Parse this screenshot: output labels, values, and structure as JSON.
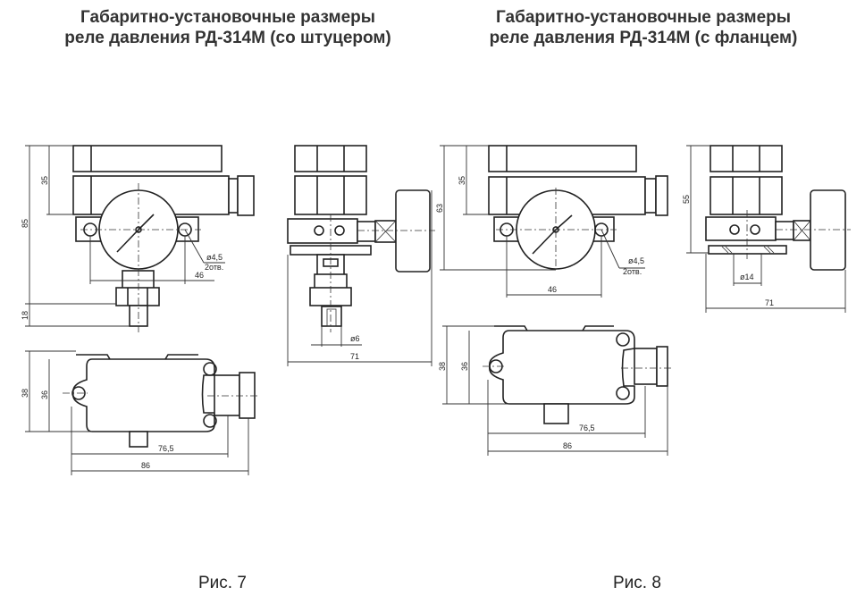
{
  "figure7": {
    "title_line1": "Габаритно-установочные размеры",
    "title_line2": "реле давления РД-314М (со штуцером)",
    "caption": "Рис. 7",
    "dims": {
      "height_total": "85",
      "height_box": "35",
      "fitting": "18",
      "holes_spacing": "46",
      "hole_dia": "ø4,5",
      "hole_count": "2отв.",
      "nozzle_dia": "ø6",
      "depth": "71",
      "width_38": "38",
      "width_36": "36",
      "len_76": "76,5",
      "len_86": "86"
    }
  },
  "figure8": {
    "title_line1": "Габаритно-установочные размеры",
    "title_line2": "реле давления РД-314М (с фланцем)",
    "caption": "Рис. 8",
    "dims": {
      "height_total": "63",
      "height_box": "35",
      "side_height": "55",
      "holes_spacing": "46",
      "hole_dia": "ø4,5",
      "hole_count": "2отв.",
      "flange_dia": "ø14",
      "depth": "71",
      "width_38": "38",
      "width_36": "36",
      "len_76": "76,5",
      "len_86": "86"
    }
  }
}
